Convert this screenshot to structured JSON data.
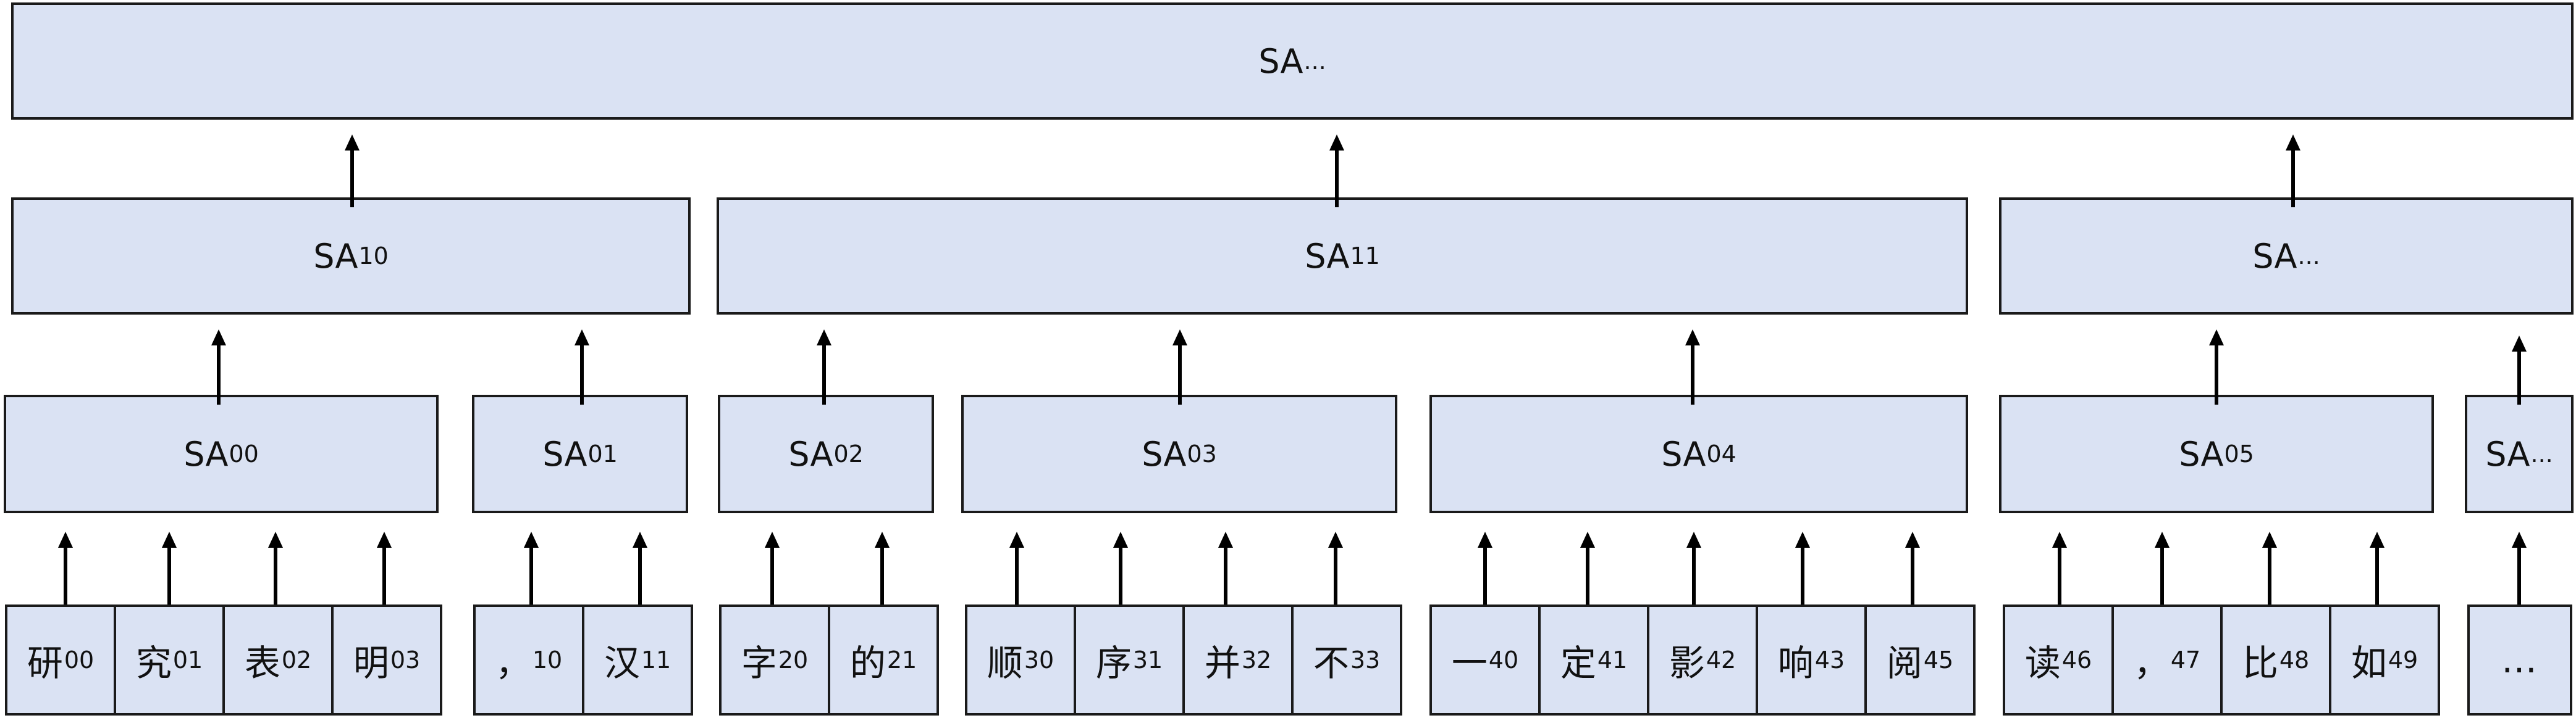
{
  "diagram": {
    "colors": {
      "box_fill": "#dae2f3",
      "box_border": "#1a1a1a",
      "arrow": "#000000"
    },
    "top": {
      "base": "SA",
      "sub": "..."
    },
    "level1": [
      {
        "base": "SA",
        "sub": "10"
      },
      {
        "base": "SA",
        "sub": "11"
      },
      {
        "base": "SA",
        "sub": "..."
      }
    ],
    "level0": [
      {
        "base": "SA",
        "sub": "00"
      },
      {
        "base": "SA",
        "sub": "01"
      },
      {
        "base": "SA",
        "sub": "02"
      },
      {
        "base": "SA",
        "sub": "03"
      },
      {
        "base": "SA",
        "sub": "04"
      },
      {
        "base": "SA",
        "sub": "05"
      },
      {
        "base": "SA",
        "sub": "..."
      }
    ],
    "tokens": [
      {
        "char": "研",
        "sub": "00"
      },
      {
        "char": "究",
        "sub": "01"
      },
      {
        "char": "表",
        "sub": "02"
      },
      {
        "char": "明",
        "sub": "03"
      },
      {
        "char": "，",
        "sub": "10"
      },
      {
        "char": "汉",
        "sub": "11"
      },
      {
        "char": "字",
        "sub": "20"
      },
      {
        "char": "的",
        "sub": "21"
      },
      {
        "char": "顺",
        "sub": "30"
      },
      {
        "char": "序",
        "sub": "31"
      },
      {
        "char": "并",
        "sub": "32"
      },
      {
        "char": "不",
        "sub": "33"
      },
      {
        "char": "一",
        "sub": "40"
      },
      {
        "char": "定",
        "sub": "41"
      },
      {
        "char": "影",
        "sub": "42"
      },
      {
        "char": "响",
        "sub": "43"
      },
      {
        "char": "阅",
        "sub": "45"
      },
      {
        "char": "读",
        "sub": "46"
      },
      {
        "char": "，",
        "sub": "47"
      },
      {
        "char": "比",
        "sub": "48"
      },
      {
        "char": "如",
        "sub": "49"
      },
      {
        "char": "…",
        "sub": ""
      }
    ]
  }
}
